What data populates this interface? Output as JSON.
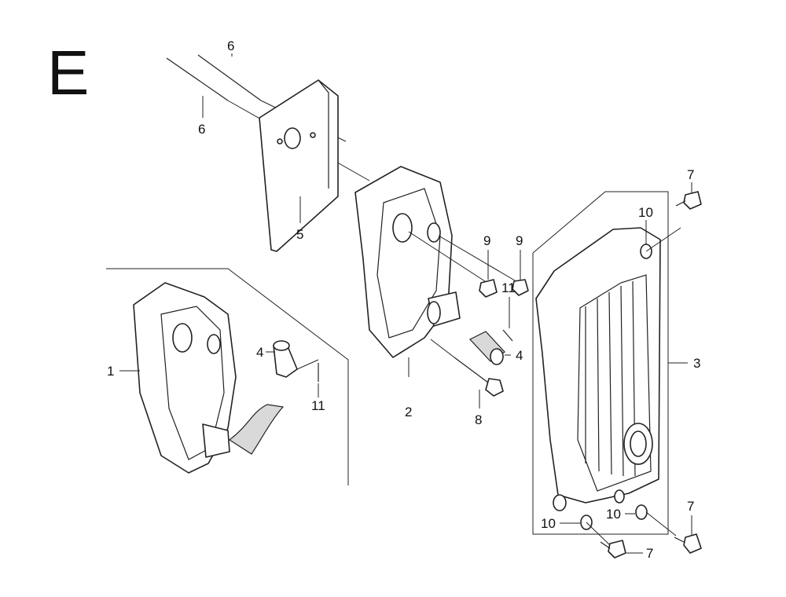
{
  "section_letter": "E",
  "callouts": {
    "c1": "1",
    "c2": "2",
    "c3": "3",
    "c4a": "4",
    "c4b": "4",
    "c5": "5",
    "c6a": "6",
    "c6b": "6",
    "c7a": "7",
    "c7b": "7",
    "c7c": "7",
    "c8": "8",
    "c9a": "9",
    "c9b": "9",
    "c10a": "10",
    "c10b": "10",
    "c10c": "10",
    "c11a": "11",
    "c11b": "11"
  }
}
